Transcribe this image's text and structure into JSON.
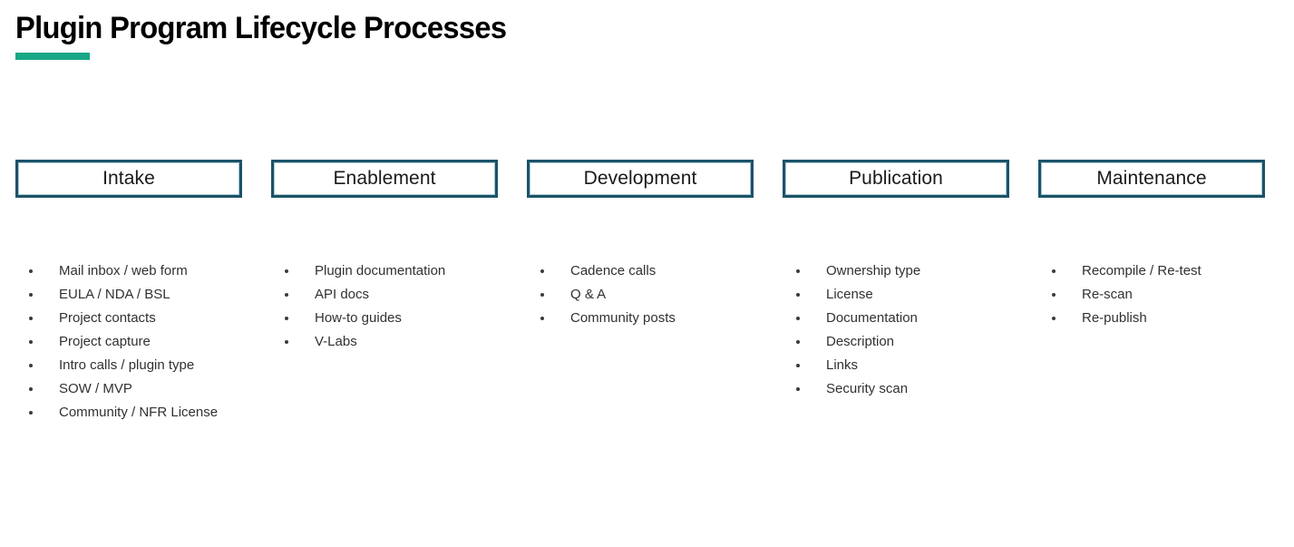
{
  "slide": {
    "title": "Plugin Program Lifecycle Processes",
    "accent_color": "#17a886",
    "header_border_color": "#1b5368",
    "header_text_color": "#1a1a1a",
    "body_text_color": "#313131",
    "background_color": "#ffffff"
  },
  "columns": [
    {
      "header": "Intake",
      "items": [
        "Mail inbox / web form",
        "EULA / NDA / BSL",
        "Project contacts",
        "Project capture",
        "Intro calls / plugin type",
        "SOW / MVP",
        "Community / NFR License"
      ]
    },
    {
      "header": "Enablement",
      "items": [
        "Plugin documentation",
        "API docs",
        "How-to guides",
        "V-Labs"
      ]
    },
    {
      "header": "Development",
      "items": [
        "Cadence calls",
        "Q & A",
        "Community posts"
      ]
    },
    {
      "header": "Publication",
      "items": [
        "Ownership type",
        "License",
        "Documentation",
        "Description",
        "Links",
        "Security scan"
      ]
    },
    {
      "header": "Maintenance",
      "items": [
        "Recompile / Re-test",
        "Re-scan",
        "Re-publish"
      ]
    }
  ]
}
